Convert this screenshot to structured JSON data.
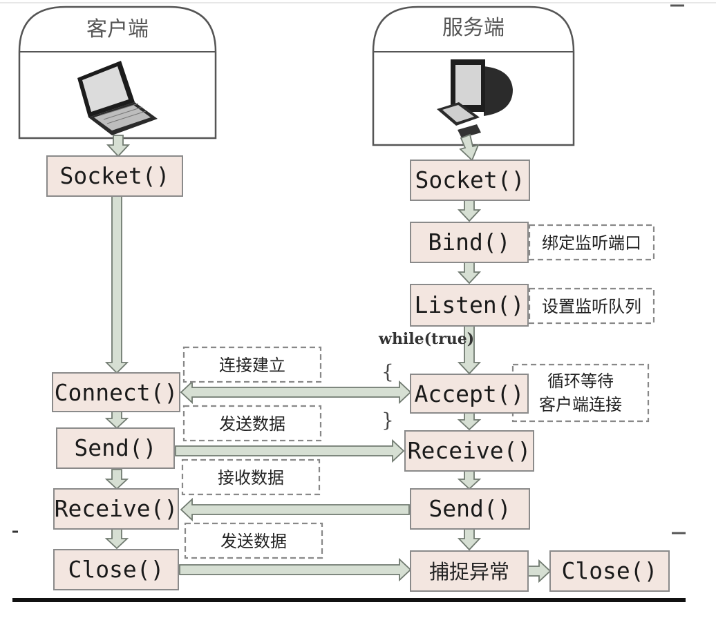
{
  "client": {
    "header": "客户端",
    "icon": "laptop-icon",
    "nodes": {
      "socket": "Socket()",
      "connect": "Connect()",
      "send": "Send()",
      "receive": "Receive()",
      "close": "Close()"
    }
  },
  "server": {
    "header": "服务端",
    "icon": "desktop-computer-icon",
    "nodes": {
      "socket": "Socket()",
      "bind": "Bind()",
      "listen": "Listen()",
      "accept": "Accept()",
      "receive": "Receive()",
      "send": "Send()",
      "catch": "捕捉异常",
      "close": "Close()"
    }
  },
  "loop_label": "while(true)",
  "notes": {
    "bind": "绑定监听端口",
    "listen": "设置监听队列",
    "accept_line1": "循环等待",
    "accept_line2": "客户端连接",
    "connection": "连接建立",
    "send1": "发送数据",
    "receive": "接收数据",
    "send2": "发送数据"
  },
  "colors": {
    "node_fill": "#f3e6e0",
    "arrow_fill": "#d6dfd3"
  }
}
